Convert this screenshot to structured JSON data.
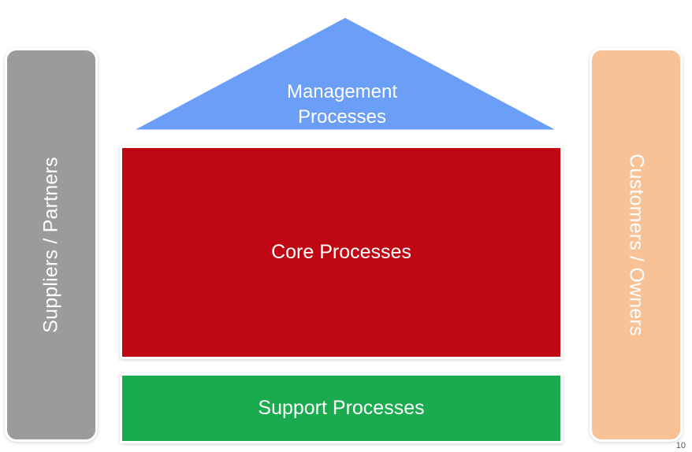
{
  "diagram": {
    "roof": {
      "label": "Management\nProcesses",
      "color": "#6b9ef7"
    },
    "core": {
      "label": "Core Processes",
      "color": "#be0712"
    },
    "support": {
      "label": "Support Processes",
      "color": "#1aab4e"
    },
    "left_pillar": {
      "label": "Suppliers / Partners",
      "color": "#9b9b9b"
    },
    "right_pillar": {
      "label": "Customers / Owners",
      "color": "#f8c296"
    }
  },
  "page_number": "10"
}
